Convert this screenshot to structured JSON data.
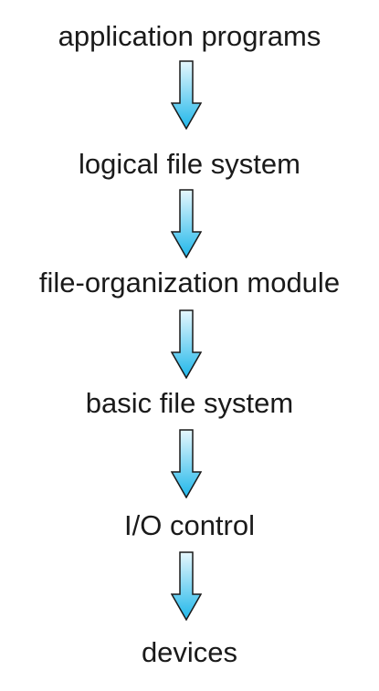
{
  "diagram": {
    "layers": [
      {
        "label": "application programs"
      },
      {
        "label": "logical file system"
      },
      {
        "label": "file-organization module"
      },
      {
        "label": "basic file system"
      },
      {
        "label": "I/O control"
      },
      {
        "label": "devices"
      }
    ],
    "arrow_direction": "down",
    "colors": {
      "arrow_fill_top": "#e6f7fd",
      "arrow_fill_bottom": "#1fb7ea",
      "arrow_stroke": "#1a1a1a",
      "text": "#1a1a1a",
      "background": "#ffffff"
    }
  }
}
